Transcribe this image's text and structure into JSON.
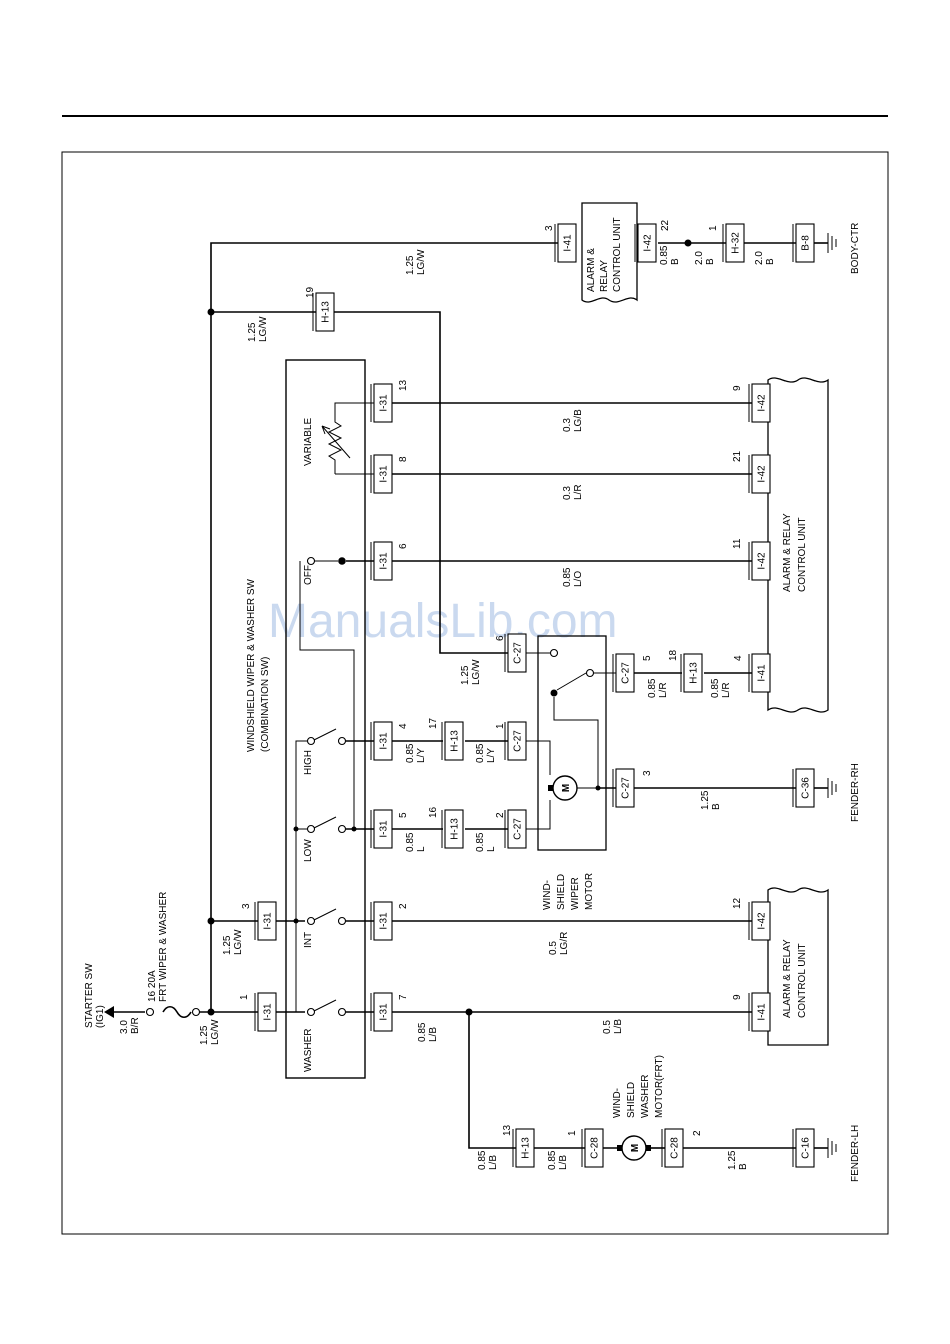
{
  "watermark": "ManualsLib.com",
  "source": {
    "starter_sw": [
      "STARTER SW",
      "(IG1)"
    ],
    "starter_wire": [
      "3.0",
      "B/R"
    ],
    "fuse": [
      "16 20A",
      "FRT WIPER & WASHER"
    ]
  },
  "combination_switch": {
    "title": [
      "WINDSHIELD WIPER & WASHER SW",
      "(COMBINATION SW)"
    ],
    "positions": {
      "washer": "WASHER",
      "int": "INT",
      "low": "LOW",
      "high": "HIGH",
      "off": "OFF",
      "variable": "VARIABLE"
    }
  },
  "connectors": {
    "i31_1": "I-31",
    "i31_3": "I-31",
    "i31_7": "I-31",
    "i31_2": "I-31",
    "i31_5": "I-31",
    "i31_4": "I-31",
    "i31_6": "I-31",
    "i31_8": "I-31",
    "i31_13": "I-31",
    "h13_19": "H-13",
    "h13_17": "H-13",
    "h13_16": "H-13",
    "h13_18": "H-13",
    "h13_13": "H-13",
    "c27_1": "C-27",
    "c27_2": "C-27",
    "c27_6": "C-27",
    "c27_5": "C-27",
    "c27_3": "C-27",
    "c28_1": "C-28",
    "c28_2": "C-28",
    "c36": "C-36",
    "c16": "C-16",
    "i41_3": "I-41",
    "i42_22": "I-42",
    "h32_1": "H-32",
    "b8": "B-8",
    "i42_9": "I-42",
    "i42_21": "I-42",
    "i42_11": "I-42",
    "i41_4": "I-41",
    "i42_12": "I-42",
    "i41_9": "I-41"
  },
  "pins": {
    "p1": "1",
    "p3": "3",
    "p7": "7",
    "p2": "2",
    "p5": "5",
    "p4": "4",
    "p6": "6",
    "p8": "8",
    "p13": "13",
    "p19": "19",
    "p17": "17",
    "p16": "16",
    "pc1": "1",
    "pc2": "2",
    "pc6": "6",
    "pc5": "5",
    "ph18": "18",
    "pc3": "3",
    "pi4": "4",
    "ph13": "13",
    "pc28a": "1",
    "pc28b": "2",
    "pa3": "3",
    "pa22": "22",
    "ph32": "1",
    "pi9": "9",
    "pi21": "21",
    "pi11": "11",
    "pi12": "12",
    "pi9b": "9"
  },
  "wires": {
    "lgw_main": [
      "1.25",
      "LG/W"
    ],
    "lgw_int": [
      "1.25",
      "LG/W"
    ],
    "lgw_h13": [
      "1.25",
      "LG/W"
    ],
    "lgw_top": [
      "1.25",
      "LG/W"
    ],
    "lgw_c27": [
      "1.25",
      "LG/W"
    ],
    "lb_washer": [
      "0.85",
      "L/B"
    ],
    "lgr": [
      "0.5",
      "LG/R"
    ],
    "lb_05": [
      "0.5",
      "L/B"
    ],
    "l_low1": [
      "0.85",
      "L"
    ],
    "l_low2": [
      "0.85",
      "L"
    ],
    "ly1": [
      "0.85",
      "L/Y"
    ],
    "ly2": [
      "0.85",
      "L/Y"
    ],
    "lo": [
      "0.85",
      "L/O"
    ],
    "lr_var": [
      "0.3",
      "L/R"
    ],
    "lgb": [
      "0.3",
      "LG/B"
    ],
    "lr1": [
      "0.85",
      "L/R"
    ],
    "lr2": [
      "0.85",
      "L/R"
    ],
    "b_rh": [
      "1.25",
      "B"
    ],
    "lb_h13a": [
      "0.85",
      "L/B"
    ],
    "lb_h13b": [
      "0.85",
      "L/B"
    ],
    "b_lh": [
      "1.25",
      "B"
    ],
    "b_085": [
      "0.85",
      "B"
    ],
    "b_20a": [
      "2.0",
      "B"
    ],
    "b_20b": [
      "2.0",
      "B"
    ]
  },
  "components": {
    "alarm_top": [
      "ALARM &",
      "RELAY",
      "CONTROL UNIT"
    ],
    "alarm_main": [
      "ALARM & RELAY",
      "CONTROL UNIT"
    ],
    "alarm_bottom": [
      "ALARM & RELAY",
      "CONTROL UNIT"
    ],
    "wiper_motor": [
      "WIND-",
      "SHIELD",
      "WIPER",
      "MOTOR"
    ],
    "washer_motor": [
      "WIND-",
      "SHIELD",
      "WASHER",
      "MOTOR(FRT)"
    ],
    "motor_symbol": "M"
  },
  "grounds": {
    "body_ctr": "BODY-CTR",
    "fender_rh": "FENDER-RH",
    "fender_lh": "FENDER-LH"
  }
}
